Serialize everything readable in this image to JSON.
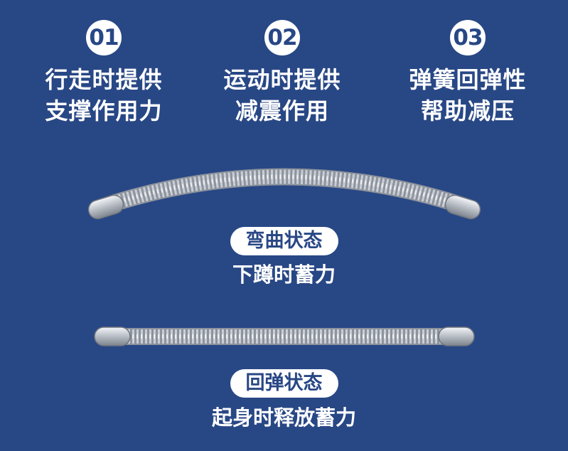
{
  "features": [
    {
      "number": "01",
      "line1": "行走时提供",
      "line2": "支撑作用力"
    },
    {
      "number": "02",
      "line1": "运动时提供",
      "line2": "减震作用"
    },
    {
      "number": "03",
      "line1": "弹簧回弹性",
      "line2": "帮助减压"
    }
  ],
  "states": [
    {
      "label": "弯曲状态",
      "caption": "下蹲时蓄力"
    },
    {
      "label": "回弹状态",
      "caption": "起身时释放蓄力"
    }
  ],
  "colors": {
    "background": "#284785",
    "pill_background": "#ffffff",
    "text": "#ffffff",
    "spring": "#c9ced6"
  }
}
